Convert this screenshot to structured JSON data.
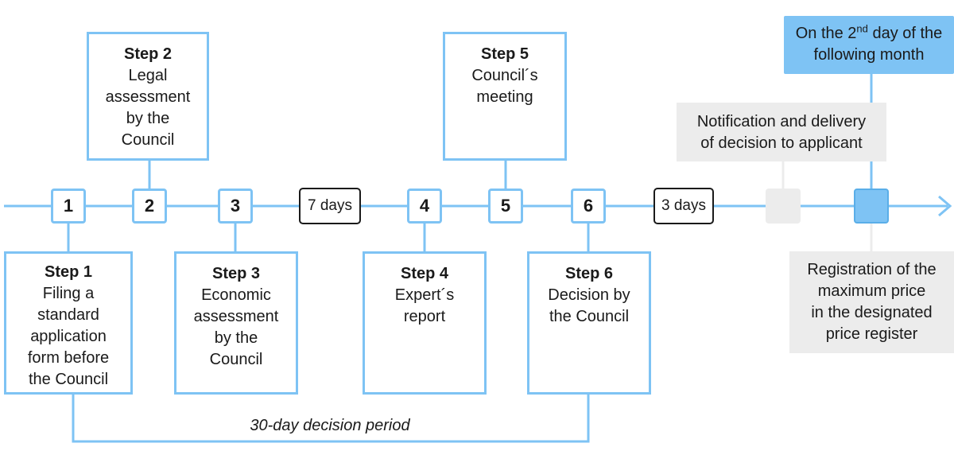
{
  "colors": {
    "accent": "#7ec3f4",
    "grey": "#ececec",
    "text": "#1a1a1a"
  },
  "steps": [
    {
      "num": "1",
      "title": "Step 1",
      "lines": [
        "Filing a",
        "standard",
        "application",
        "form before",
        "the Council"
      ]
    },
    {
      "num": "2",
      "title": "Step 2",
      "lines": [
        "Legal",
        "assessment",
        "by the",
        "Council"
      ]
    },
    {
      "num": "3",
      "title": "Step 3",
      "lines": [
        "Economic",
        "assessment",
        "by the",
        "Council"
      ]
    },
    {
      "num": "4",
      "title": "Step 4",
      "lines": [
        "Expert´s",
        "report"
      ]
    },
    {
      "num": "5",
      "title": "Step 5",
      "lines": [
        "Council´s",
        "meeting"
      ]
    },
    {
      "num": "6",
      "title": "Step 6",
      "lines": [
        "Decision by",
        "the Council"
      ]
    }
  ],
  "durations": [
    "7 days",
    "3 days"
  ],
  "notification": {
    "lines": [
      "Notification and delivery",
      "of decision to applicant"
    ]
  },
  "month_note": {
    "prefix": "On the 2",
    "sup": "nd",
    "suffix": " day of the",
    "line2": "following month"
  },
  "registration": {
    "lines": [
      "Registration of the",
      "maximum price",
      "in the designated",
      "price register"
    ]
  },
  "period_label": "30-day decision period"
}
